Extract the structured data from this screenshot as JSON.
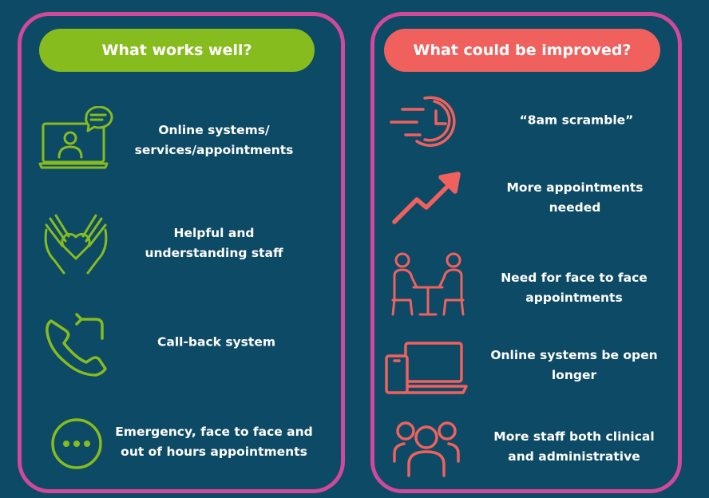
{
  "colors": {
    "background": "#0d4a66",
    "panel_border": "#d2489a",
    "works_accent": "#86bc1d",
    "improve_accent": "#f0615e",
    "text": "#ffffff"
  },
  "works_well": {
    "heading": "What works well?",
    "items": [
      {
        "icon": "online-consultation-laptop-icon",
        "line1": "Online systems/",
        "line2": "services/appointments"
      },
      {
        "icon": "hands-heart-icon",
        "line1": "Helpful and",
        "line2": "understanding staff"
      },
      {
        "icon": "phone-callback-icon",
        "line1": "Call-back system",
        "line2": ""
      },
      {
        "icon": "ellipsis-circle-icon",
        "line1": "Emergency, face to face and",
        "line2": "out of hours appointments"
      }
    ]
  },
  "could_improve": {
    "heading": "What could be improved?",
    "items": [
      {
        "icon": "fast-clock-icon",
        "line1": "“8am scramble”",
        "line2": ""
      },
      {
        "icon": "rising-arrow-icon",
        "line1": "More appointments",
        "line2": "needed"
      },
      {
        "icon": "face-to-face-meeting-icon",
        "line1": "Need for face to face",
        "line2": "appointments"
      },
      {
        "icon": "devices-icon",
        "line1": "Online systems be open",
        "line2": "longer"
      },
      {
        "icon": "group-people-icon",
        "line1": "More staff both clinical",
        "line2": "and administrative"
      }
    ]
  }
}
